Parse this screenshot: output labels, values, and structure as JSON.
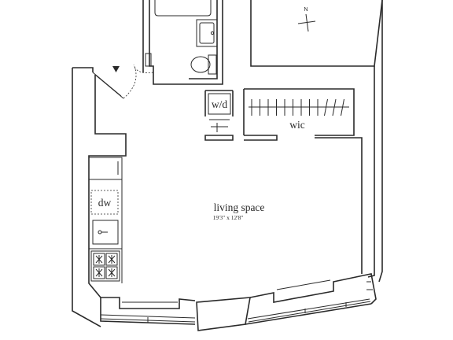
{
  "rooms": {
    "washer_dryer": "w/d",
    "walk_in_closet": "wic",
    "dishwasher": "dw",
    "living_space": "living space",
    "living_space_dims": "19'3\" x 12'8\""
  },
  "compass": {
    "north_label": "N"
  }
}
